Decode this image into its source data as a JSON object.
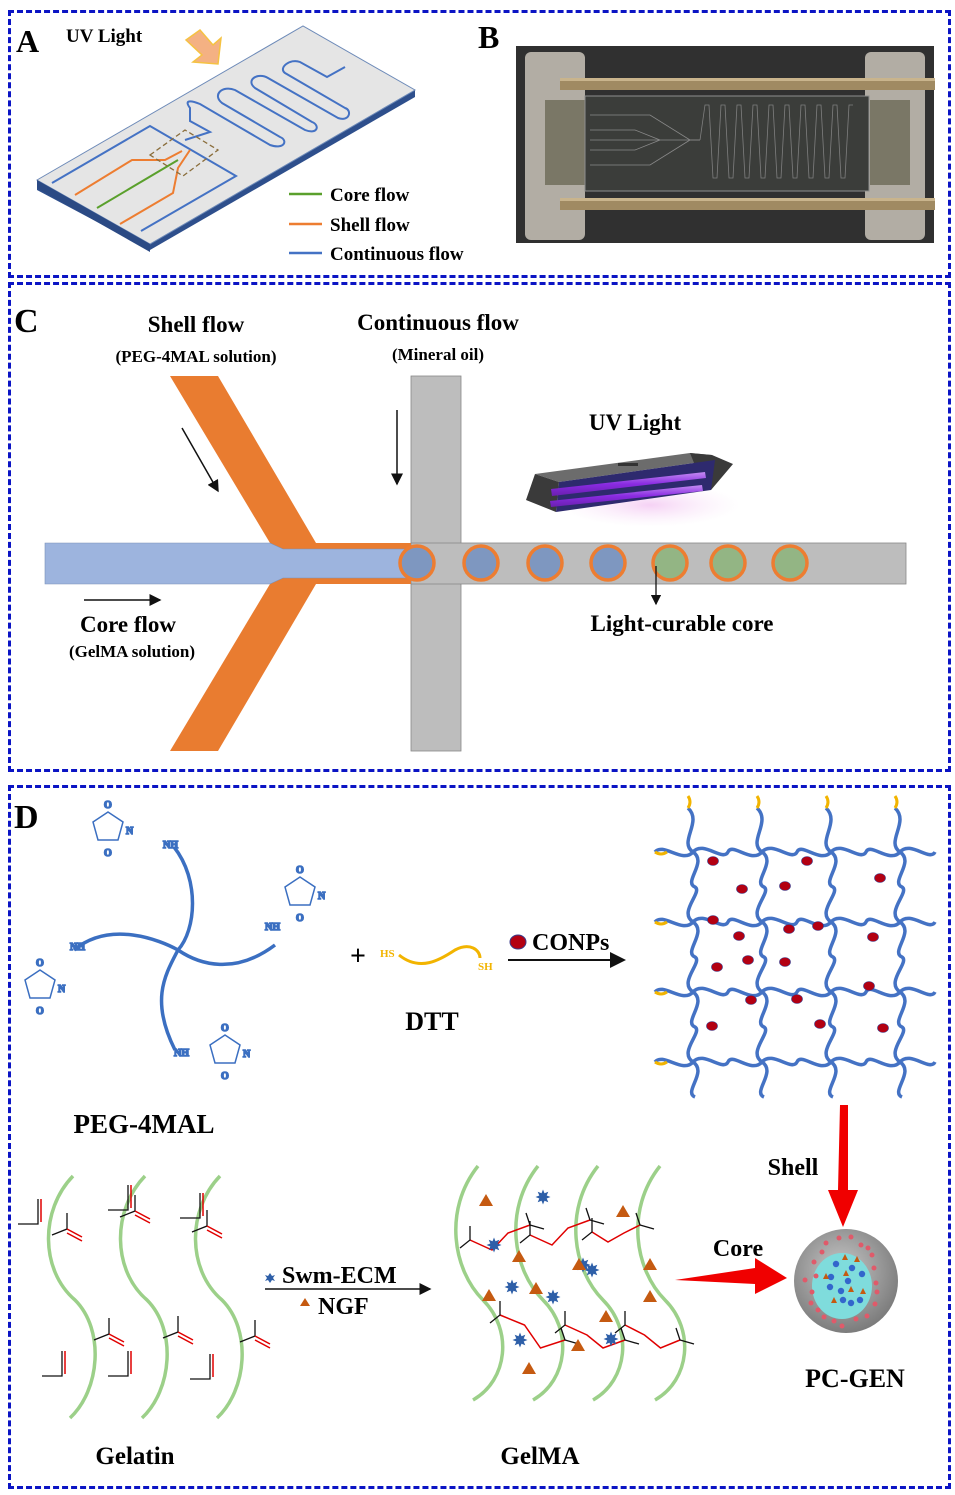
{
  "panels": {
    "A": {
      "letter": "A",
      "uv_label": "UV Light",
      "legend": [
        {
          "label": "Core flow",
          "color": "#5aa02c"
        },
        {
          "label": "Shell flow",
          "color": "#ed7d31"
        },
        {
          "label": "Continuous flow",
          "color": "#4472c4"
        }
      ]
    },
    "B": {
      "letter": "B",
      "photo_description": "Photograph of assembled microfluidic chip with threaded rods and clamps"
    },
    "C": {
      "letter": "C",
      "shell_title": "Shell flow",
      "shell_sub": "(PEG-4MAL solution)",
      "cont_title": "Continuous flow",
      "cont_sub": "(Mineral oil)",
      "uv_label": "UV Light",
      "core_title": "Core flow",
      "core_sub": "(GelMA solution)",
      "curable_label": "Light-curable core",
      "droplets": [
        "blue",
        "blue",
        "blue",
        "blue",
        "green",
        "green",
        "green"
      ]
    },
    "D": {
      "letter": "D",
      "peg_label": "PEG-4MAL",
      "plus": "+",
      "hs_left": "HS",
      "sh_right": "SH",
      "dtt_label": "DTT",
      "conps_label": "CONPs",
      "shell_label": "Shell",
      "core_label": "Core",
      "gelatin_label": "Gelatin",
      "swm_label": "Swm-ECM",
      "ngf_label": "NGF",
      "gelma_label": "GelMA",
      "pcgen_label": "PC-GEN",
      "chem": {
        "O": "O",
        "N": "N",
        "NH": "NH"
      }
    }
  },
  "colors": {
    "border": "#0b14c4",
    "orange": "#ed7d31",
    "blue": "#4472c4",
    "green": "#5aa02c",
    "gray": "#bdbdbd",
    "core_blue": "#9db4de",
    "drop_blue": "#7e97c0",
    "drop_green": "#93b584",
    "red": "#e00000",
    "gold": "#f2b400",
    "gelatin_green": "#9cd089",
    "nanoparticle": "#b30012",
    "ngf": "#c55a11",
    "swm": "#2e5fa8"
  }
}
